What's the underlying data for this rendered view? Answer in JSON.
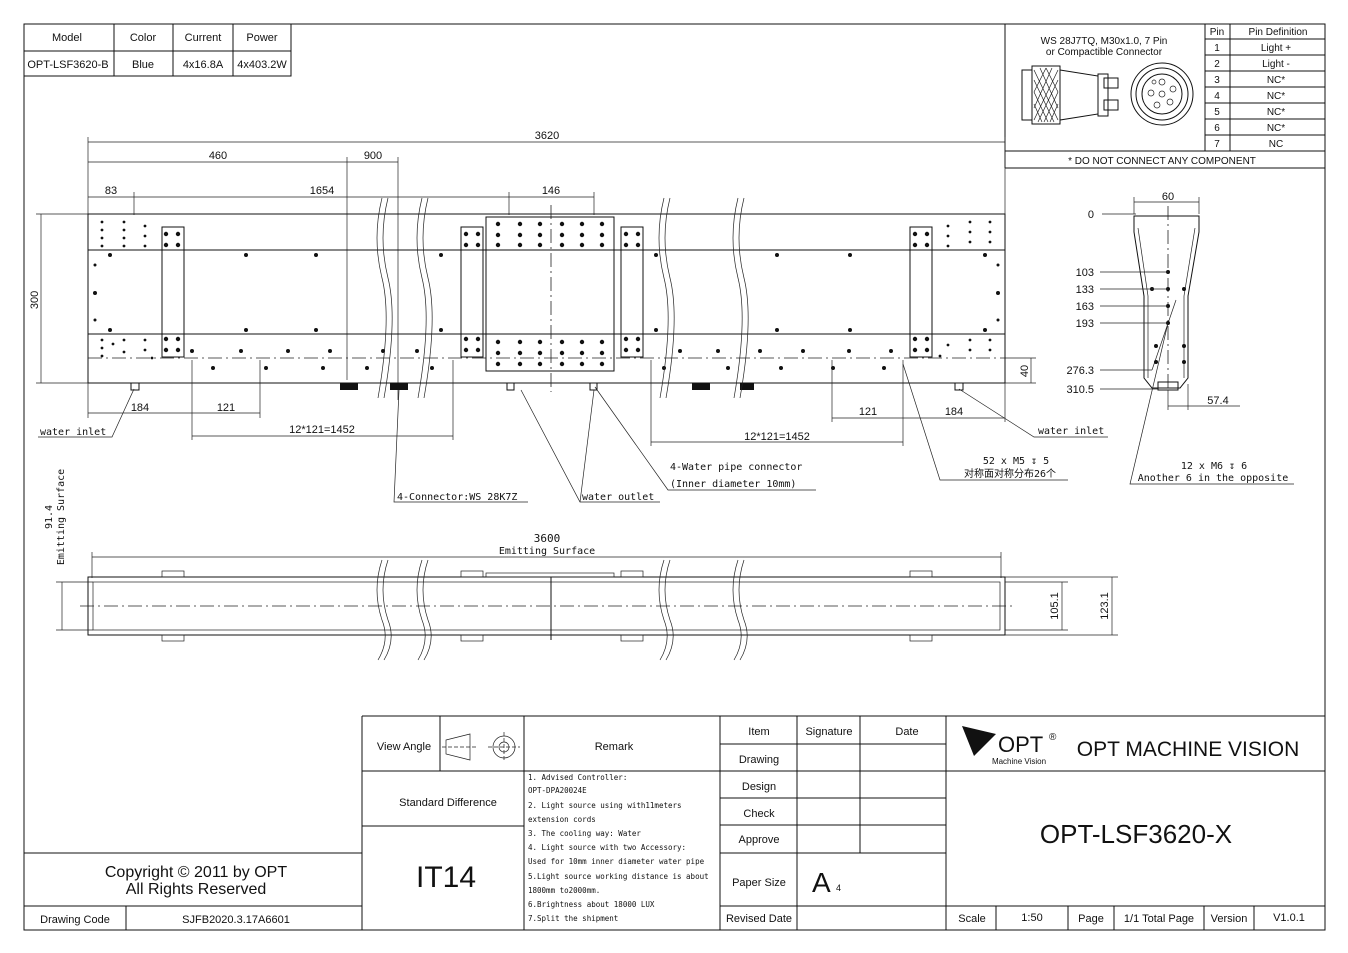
{
  "spec_table": {
    "headers": [
      "Model",
      "Color",
      "Current",
      "Power"
    ],
    "row": [
      "OPT-LSF3620-B",
      "Blue",
      "4x16.8A",
      "4x403.2W"
    ]
  },
  "connector": {
    "title_line1": "WS 28J7TQ, M30x1.0, 7 Pin",
    "title_line2": "or Compactible Connector",
    "pin_header": "Pin",
    "def_header": "Pin Definition",
    "pins": [
      {
        "pin": "1",
        "def": "Light +"
      },
      {
        "pin": "2",
        "def": "Light -"
      },
      {
        "pin": "3",
        "def": "NC*"
      },
      {
        "pin": "4",
        "def": "NC*"
      },
      {
        "pin": "5",
        "def": "NC*"
      },
      {
        "pin": "6",
        "def": "NC*"
      },
      {
        "pin": "7",
        "def": "NC"
      }
    ],
    "note": "* DO NOT CONNECT ANY COMPONENT"
  },
  "front_view": {
    "dims": {
      "total": "3620",
      "d460": "460",
      "d900": "900",
      "d83": "83",
      "d1654": "1654",
      "d146": "146",
      "height": "300",
      "d40": "40",
      "left184": "184",
      "left121": "121",
      "right121": "121",
      "right184": "184",
      "left_pitch": "12*121=1452",
      "right_pitch": "12*121=1452"
    },
    "labels": {
      "water_inlet_left": "water inlet",
      "water_inlet_right": "water inlet",
      "connector": "4-Connector:WS 28K7Z",
      "water_outlet": "water outlet",
      "pipe_line1": "4-Water pipe connector",
      "pipe_line2": "(Inner diameter 10mm)",
      "m5_line1": "52 x M5 ↧ 5",
      "m5_line2": "对称面对称分布26个"
    }
  },
  "side_view": {
    "dims": {
      "width": "60",
      "v0": "0",
      "v103": "103",
      "v133": "133",
      "v163": "163",
      "v193": "193",
      "v276": "276.3",
      "v310": "310.5",
      "v57": "57.4"
    },
    "labels": {
      "m6_line1": "12 x M6 ↧ 6",
      "m6_line2": "Another 6 in the opposite"
    }
  },
  "bottom_view": {
    "emit_len": "3600",
    "emit_label": "Emitting Surface",
    "left_dim": "91.4",
    "left_label": "Emitting Surface",
    "d105": "105.1",
    "d123": "123.1"
  },
  "title_block": {
    "copyright_line1": "Copyright © 2011 by OPT",
    "copyright_line2": "All Rights Reserved",
    "drawing_code_label": "Drawing Code",
    "drawing_code": "SJFB2020.3.17A6601",
    "view_angle": "View Angle",
    "standard_difference": "Standard Difference",
    "tolerance": "IT14",
    "remark_label": "Remark",
    "remarks": [
      "1. Advised Controller:",
      " OPT-DPA20024E",
      "2. Light source using with11meters",
      "extension cords",
      "3. The cooling way: Water",
      "4. Light source with two Accessory:",
      "Used for 10mm inner diameter water pipe",
      "5.Light source working distance is about",
      "1800mm to2000mm.",
      "6.Brightness about 18000 LUX",
      "7.Split the shipment"
    ],
    "item_label": "Item",
    "signature_label": "Signature",
    "date_label": "Date",
    "rows": [
      "Drawing",
      "Design",
      "Check",
      "Approve"
    ],
    "paper_size_label": "Paper Size",
    "paper_size": "A",
    "paper_size_sub": "4",
    "revised_date_label": "Revised Date",
    "logo_text": "OPT",
    "logo_reg": "®",
    "logo_sub": "Machine Vision",
    "company": "OPT MACHINE VISION",
    "model": "OPT-LSF3620-X",
    "scale_label": "Scale",
    "scale": "1:50",
    "page_label": "Page",
    "page": "1/1 Total Page",
    "version_label": "Version",
    "version": "V1.0.1"
  }
}
